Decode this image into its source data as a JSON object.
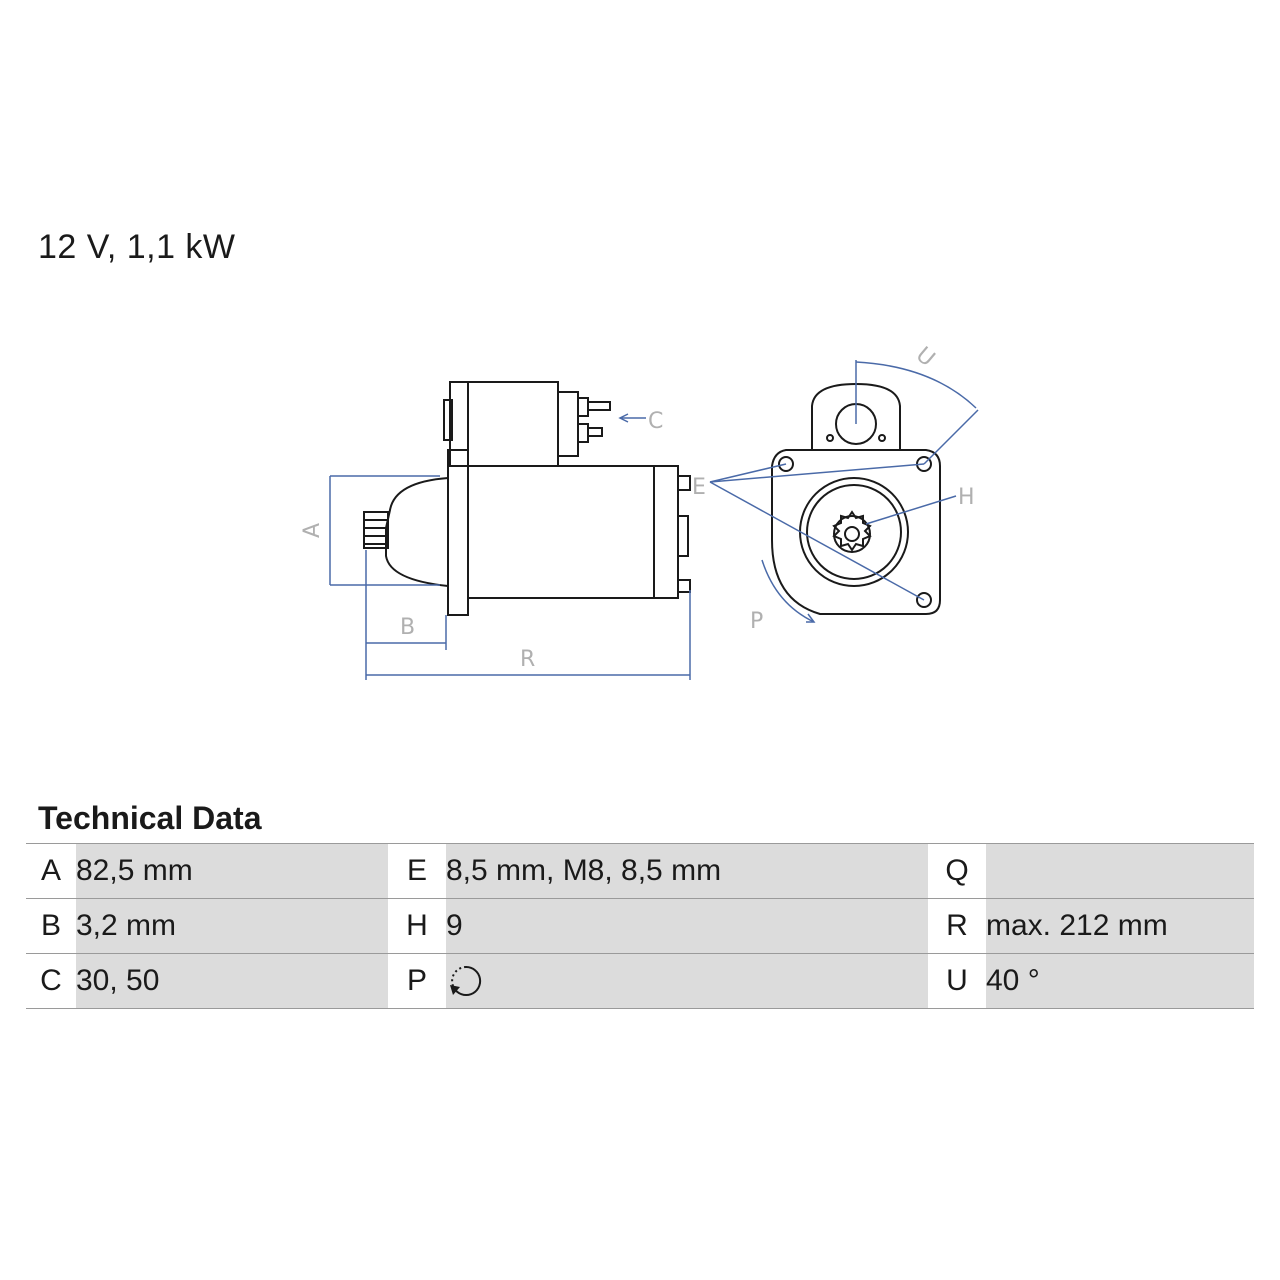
{
  "header": {
    "title": "12 V, 1,1 kW"
  },
  "drawing": {
    "dimension_letters": {
      "A": "A",
      "B": "B",
      "C": "C",
      "E": "E",
      "H": "H",
      "P": "P",
      "R": "R",
      "U": "U"
    },
    "colors": {
      "line": "#1a1a1a",
      "dimension": "#4a6aa8",
      "label": "#b0b0b0"
    }
  },
  "technical_data": {
    "heading": "Technical Data",
    "rows": [
      [
        {
          "key": "A",
          "value": "82,5 mm"
        },
        {
          "key": "E",
          "value": "8,5 mm, M8, 8,5 mm"
        },
        {
          "key": "Q",
          "value": ""
        }
      ],
      [
        {
          "key": "B",
          "value": "3,2 mm"
        },
        {
          "key": "H",
          "value": "9"
        },
        {
          "key": "R",
          "value": "max. 212 mm"
        }
      ],
      [
        {
          "key": "C",
          "value": "30, 50"
        },
        {
          "key": "P",
          "value": "",
          "icon": "counterclockwise-rotation-icon"
        },
        {
          "key": "U",
          "value": "40 °"
        }
      ]
    ]
  }
}
